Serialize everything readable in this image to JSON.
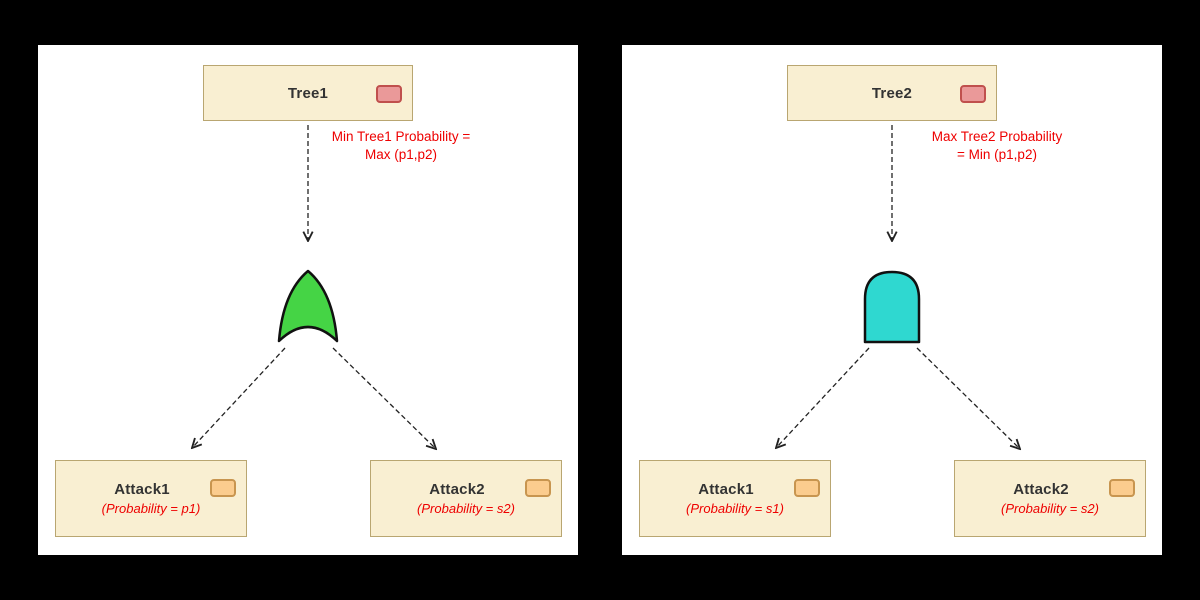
{
  "left": {
    "root": {
      "label": "Tree1"
    },
    "annotation": {
      "line1": "Min Tree1 Probability =",
      "line2": "Max (p1,p2)"
    },
    "gate": {
      "type": "or-gate",
      "color": "#45d445"
    },
    "attacks": [
      {
        "label": "Attack1",
        "probability": "(Probability = p1)"
      },
      {
        "label": "Attack2",
        "probability": "(Probability = s2)"
      }
    ]
  },
  "right": {
    "root": {
      "label": "Tree2"
    },
    "annotation": {
      "line1": "Max Tree2 Probability",
      "line2": "= Min (p1,p2)"
    },
    "gate": {
      "type": "and-gate",
      "color": "#2fd8d0"
    },
    "attacks": [
      {
        "label": "Attack1",
        "probability": "(Probability = s1)"
      },
      {
        "label": "Attack2",
        "probability": "(Probability = s2)"
      }
    ]
  },
  "colors": {
    "page_background": "#000000",
    "panel_background": "#ffffff",
    "node_fill": "#f9efd2",
    "node_border": "#b9a671",
    "annotation_text": "#ee0000",
    "root_icon_fill": "#ea9999",
    "root_icon_border": "#c0504d",
    "attack_icon_fill": "#fbcc8e",
    "attack_icon_border": "#c8954f",
    "or_gate_fill": "#45d445",
    "and_gate_fill": "#2fd8d0"
  }
}
